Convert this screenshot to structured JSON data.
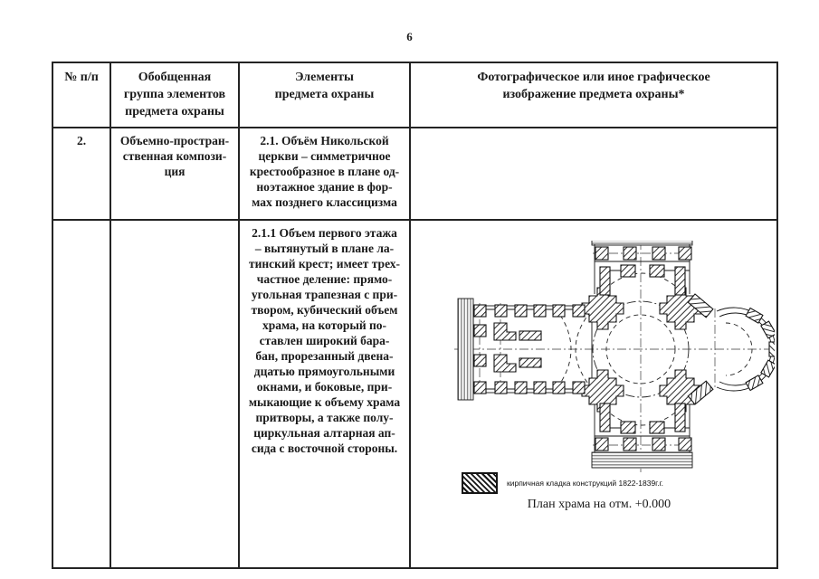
{
  "page": {
    "number": "6"
  },
  "table": {
    "headers": {
      "num": "№ п/п",
      "group": "Обобщенная\nгруппа элементов\nпредмета охраны",
      "elements": "Элементы\nпредмета охраны",
      "image": "Фотографическое или иное графическое\nизображение предмета охраны*"
    },
    "rows": [
      {
        "num": "2.",
        "group": "Объемно-простран-\nственная компози-\nция",
        "element": "2.1. Объём Никольской\nцеркви – симметричное\nкрестообразное в плане од-\nноэтажное здание в фор-\nмах позднего классицизма",
        "image": ""
      },
      {
        "num": "",
        "group": "",
        "element": "2.1.1 Объем первого этажа\n– вытянутый в плане ла-\nтинский крест; имеет трех-\nчастное деление: прямо-\nугольная трапезная с при-\nтвором, кубический объем\nхрама, на который по-\nставлен широкий бара-\nбан, прорезанный двена-\nдцатью прямоугольными\nокнами, и боковые, при-\nмыкающие к объему храма\nпритворы, а также полу-\nциркульная алтарная ап-\nсида с восточной стороны.",
        "image": "floor-plan"
      }
    ]
  },
  "figure": {
    "legend_label": "кирпичная кладка конструкций 1822-1839г.г.",
    "legend_swatch": "diagonal-hatch-icon",
    "caption": "План храма на отм. +0.000",
    "ink_color": "#151515"
  }
}
